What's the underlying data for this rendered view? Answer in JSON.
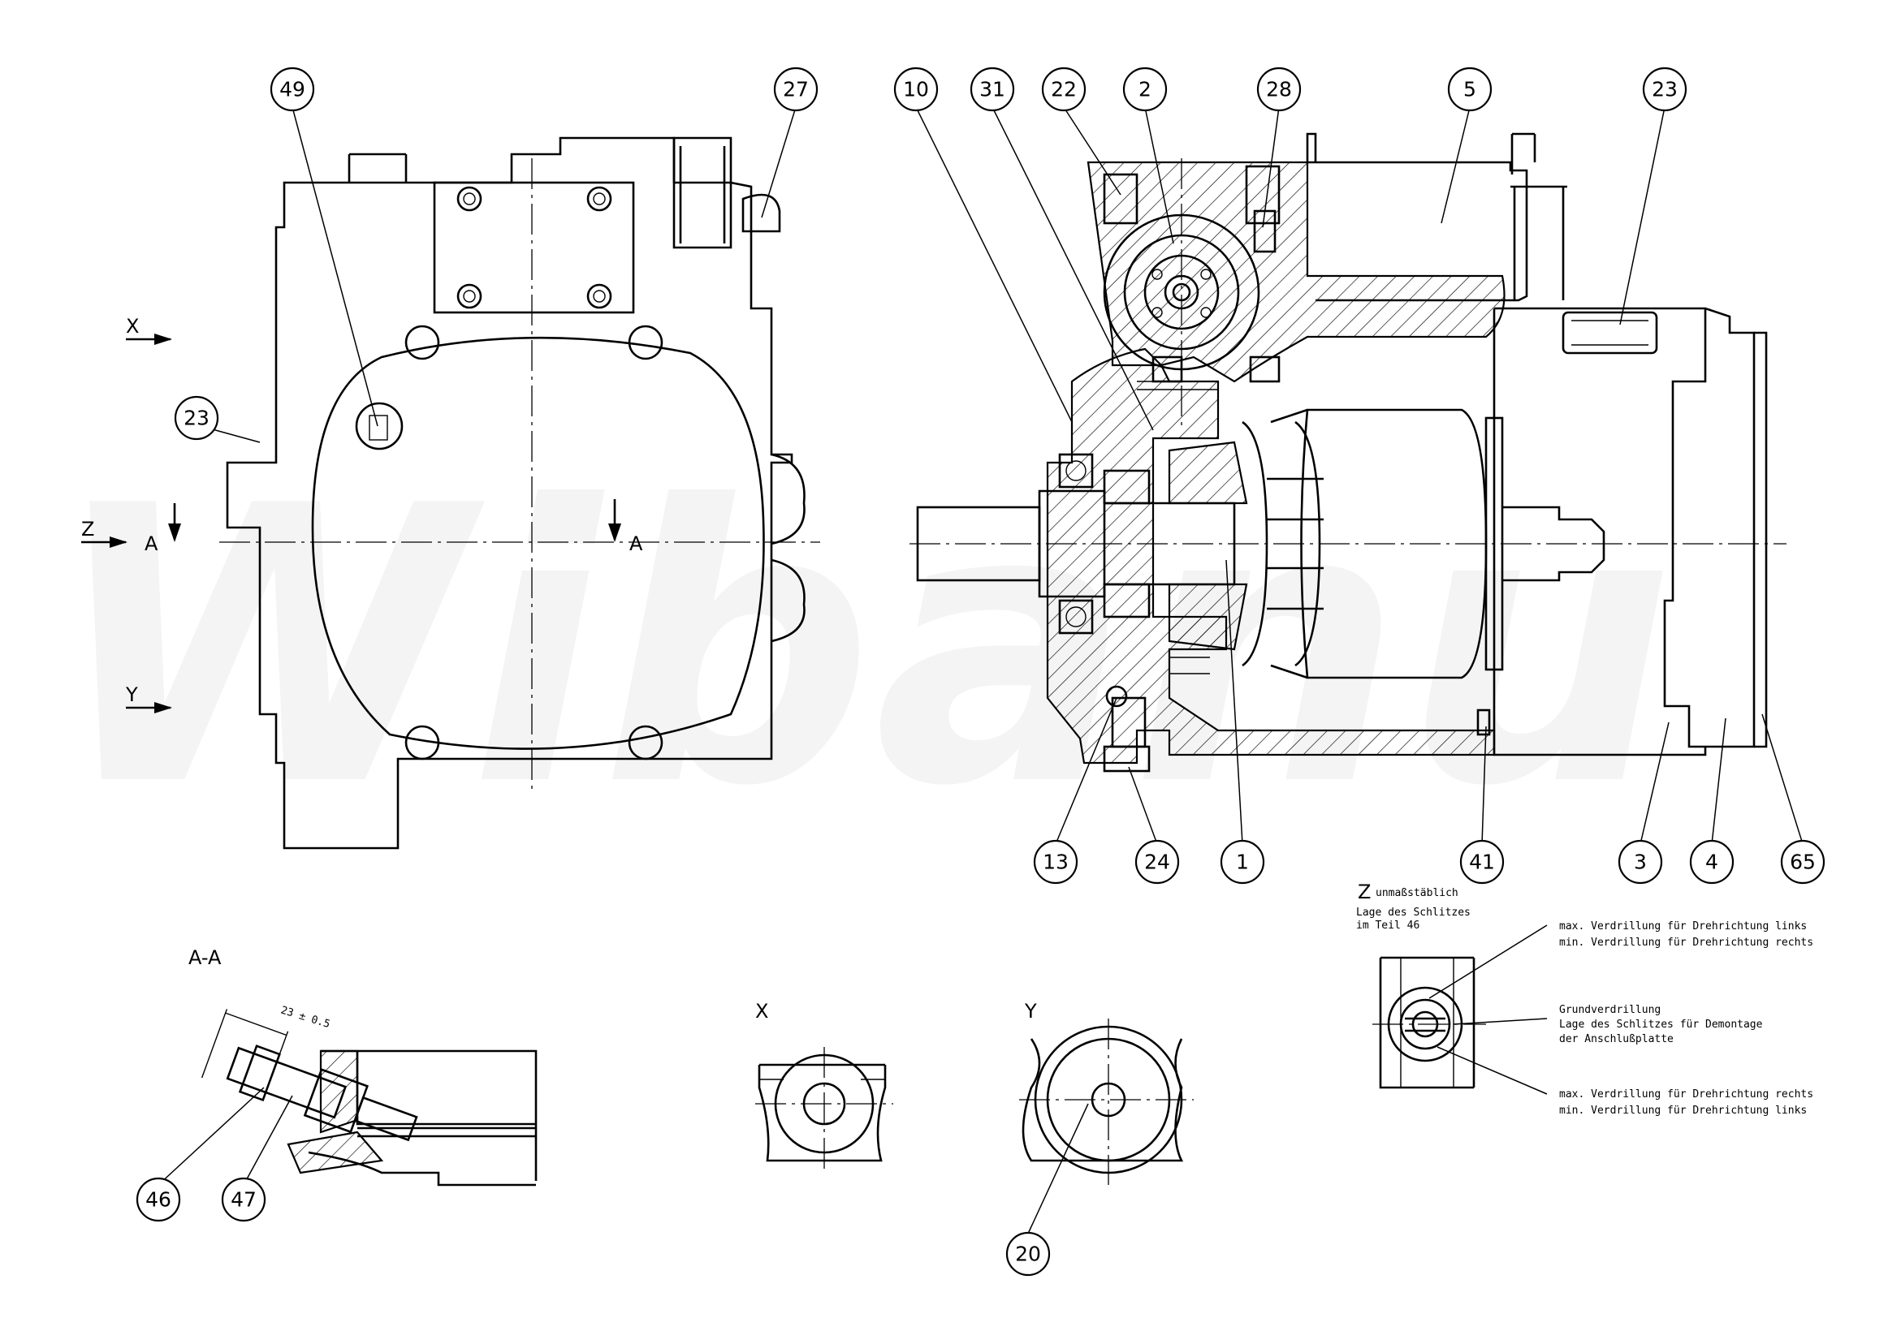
{
  "watermark": "Wibanu",
  "callouts": [
    {
      "id": "49",
      "label": "49"
    },
    {
      "id": "27",
      "label": "27"
    },
    {
      "id": "10",
      "label": "10"
    },
    {
      "id": "31",
      "label": "31"
    },
    {
      "id": "22",
      "label": "22"
    },
    {
      "id": "2",
      "label": "2"
    },
    {
      "id": "28",
      "label": "28"
    },
    {
      "id": "5",
      "label": "5"
    },
    {
      "id": "23a",
      "label": "23"
    },
    {
      "id": "23b",
      "label": "23"
    },
    {
      "id": "13",
      "label": "13"
    },
    {
      "id": "24",
      "label": "24"
    },
    {
      "id": "1",
      "label": "1"
    },
    {
      "id": "41",
      "label": "41"
    },
    {
      "id": "3",
      "label": "3"
    },
    {
      "id": "4",
      "label": "4"
    },
    {
      "id": "65",
      "label": "65"
    },
    {
      "id": "46",
      "label": "46"
    },
    {
      "id": "47",
      "label": "47"
    },
    {
      "id": "20",
      "label": "20"
    }
  ],
  "view_labels": {
    "x_arrow": "X",
    "y_arrow": "Y",
    "z_arrow": "Z",
    "section_a_left": "A",
    "section_a_right": "A",
    "section_title": "A-A",
    "detail_x": "X",
    "detail_y": "Y",
    "detail_z": "Z",
    "detail_z_scale": "unmaßstäblich"
  },
  "dimension": "23 ± 0.5",
  "z_notes": {
    "slot_position_line1": "Lage des Schlitzes",
    "slot_position_line2": "im Teil 46",
    "max_left_line1": "max. Verdrillung für Drehrichtung links",
    "max_left_line2": "min. Verdrillung für Drehrichtung rechts",
    "basic_line1": "Grundverdrillung",
    "basic_line2": "Lage des Schlitzes für Demontage",
    "basic_line3": "der Anschlußplatte",
    "max_right_line1": "max. Verdrillung für Drehrichtung rechts",
    "max_right_line2": "min. Verdrillung für Drehrichtung links"
  }
}
